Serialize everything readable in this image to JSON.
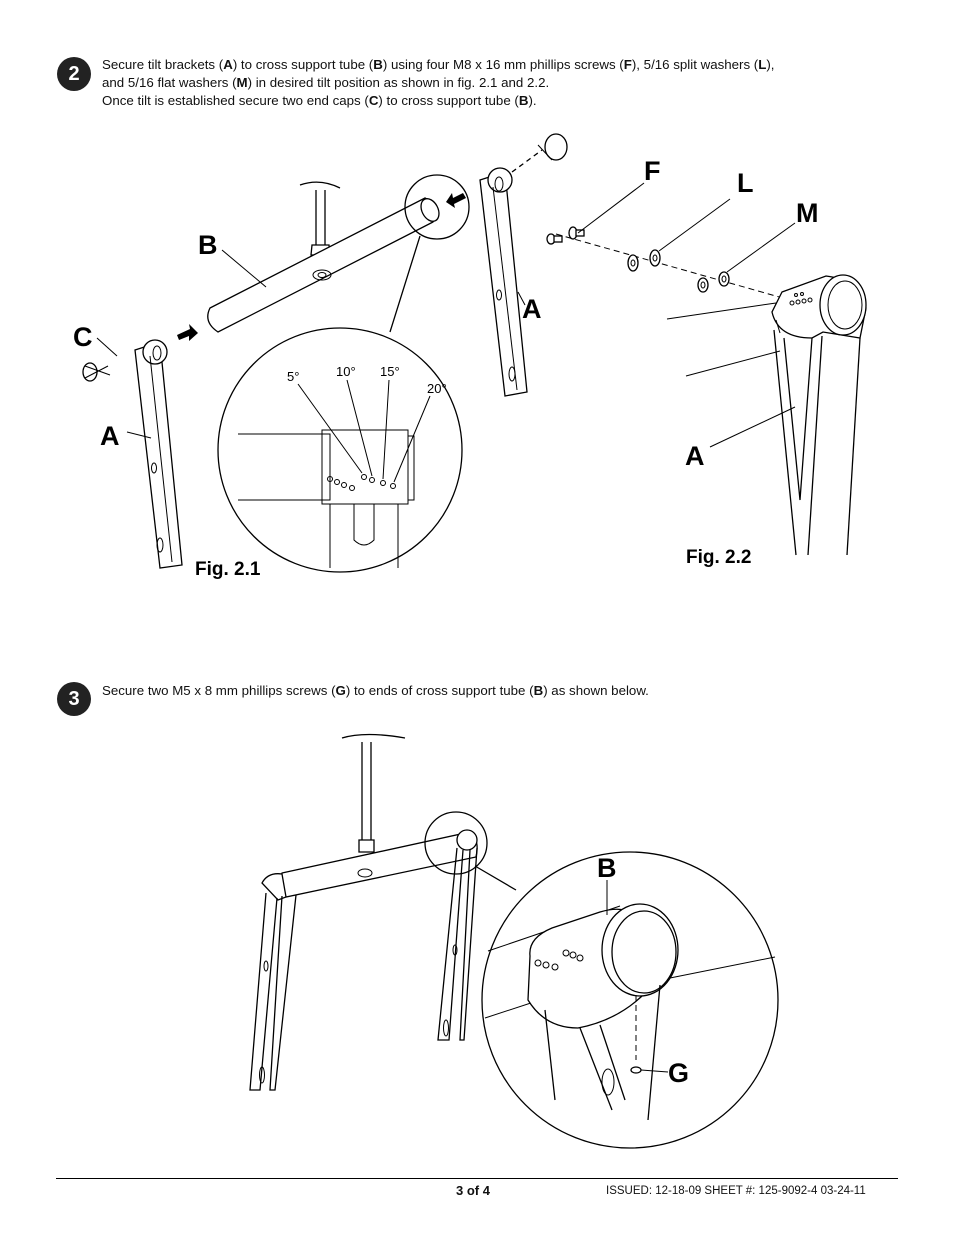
{
  "step2": {
    "number": "2",
    "line1_a": "Secure tilt brackets (",
    "line1_b": "A",
    "line1_c": ") to cross support tube (",
    "line1_d": "B",
    "line1_e": ") using four M8 x 16 mm phillips screws (",
    "line1_f": "F",
    "line1_g": "), 5/16 split washers (",
    "line1_h": "L",
    "line1_i": "),",
    "line2_a": "and 5/16 flat washers (",
    "line2_b": "M",
    "line2_c": ") in desired tilt position as shown in fig. 2.1 and 2.2.",
    "line3_a": "Once tilt is established secure two end caps (",
    "line3_b": "C",
    "line3_c": ") to cross support tube (",
    "line3_d": "B",
    "line3_e": ")."
  },
  "step3": {
    "number": "3",
    "text_a": "Secure two M5 x 8 mm phillips screws (",
    "text_b": "G",
    "text_c": ") to ends of cross support tube (",
    "text_d": "B",
    "text_e": ") as shown below."
  },
  "fig21": {
    "caption": "Fig. 2.1",
    "label_b": "B",
    "label_c": "C",
    "label_a_left": "A",
    "label_a_right": "A",
    "angle_5": "5°",
    "angle_10": "10°",
    "angle_15": "15°",
    "angle_20": "20°"
  },
  "fig22": {
    "caption": "Fig. 2.2",
    "label_f": "F",
    "label_l": "L",
    "label_m": "M",
    "label_a": "A"
  },
  "fig3": {
    "label_b": "B",
    "label_g": "G"
  },
  "footer": {
    "page": "3 of 4",
    "meta": "ISSUED: 12-18-09   SHEET #: 125-9092-4  03-24-11"
  }
}
